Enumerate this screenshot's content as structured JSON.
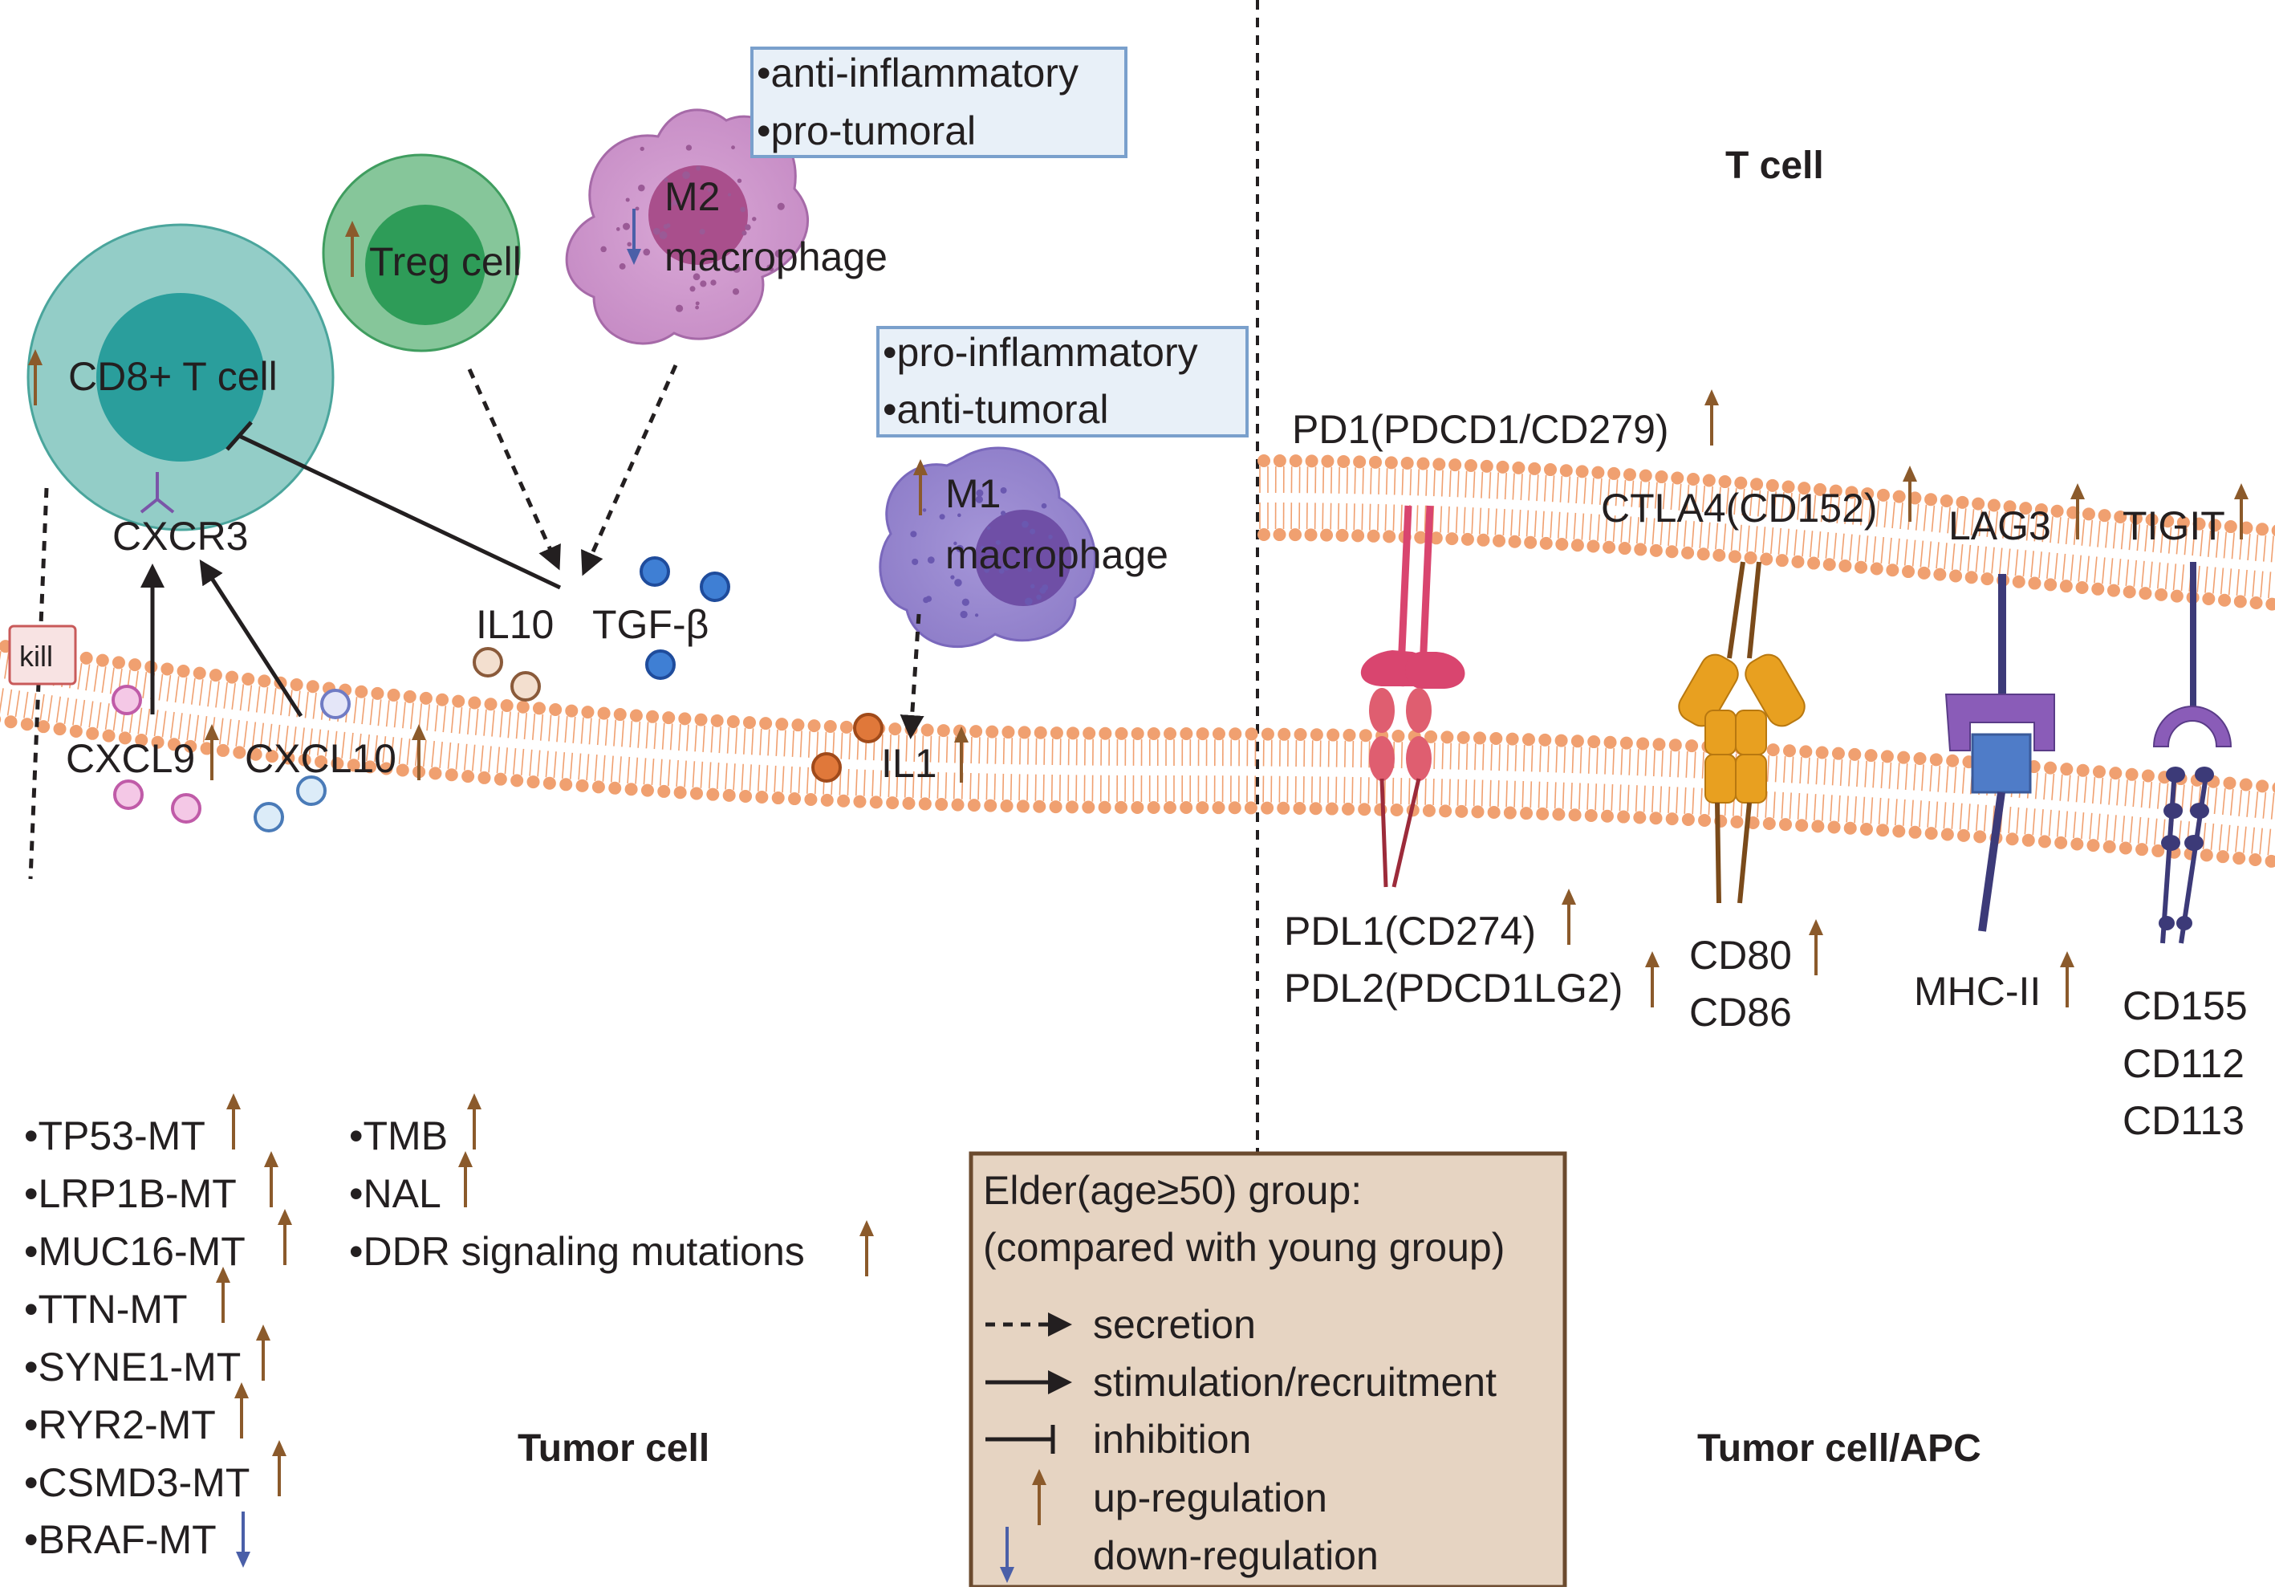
{
  "colors": {
    "up_arrow": "#8b5a2b",
    "down_arrow": "#4a5fa8",
    "membrane": "#f0a070",
    "legend_bg": "#e6d4c2",
    "box_bg": "#e8f0f8",
    "box_border": "#7aa0cc",
    "pd1": "#d9456f",
    "ctla4": "#e8a020",
    "lag3": "#8a5cb8",
    "tigit": "#3c3a78"
  },
  "headers": {
    "t_cell": "T cell",
    "tumor_cell": "Tumor cell",
    "tumor_apc": "Tumor cell/APC"
  },
  "cells": {
    "cd8": "CD8+ T cell",
    "treg": "Treg cell",
    "m2_line1": "M2",
    "m2_line2": "macrophage",
    "m1_line1": "M1",
    "m1_line2": "macrophage"
  },
  "boxes": {
    "m2": [
      "•anti-inflammatory",
      "•pro-tumoral"
    ],
    "m1": [
      "•pro-inflammatory",
      "•anti-tumoral"
    ]
  },
  "molecules": {
    "cxcr3": "CXCR3",
    "cxcl9": "CXCL9",
    "cxcl10": "CXCL10",
    "il10": "IL10",
    "tgfb": "TGF-β",
    "il1": "IL1",
    "kill": "kill"
  },
  "checkpoints": {
    "pd1": "PD1(PDCD1/CD279)",
    "ctla4": "CTLA4(CD152)",
    "lag3": "LAG3",
    "tigit": "TIGIT",
    "pdl1": "PDL1(CD274)",
    "pdl2": "PDL2(PDCD1LG2)",
    "cd80": "CD80",
    "cd86": "CD86",
    "mhc2": "MHC-II",
    "cd155": "CD155",
    "cd112": "CD112",
    "cd113": "CD113"
  },
  "mutations": {
    "col1": [
      {
        "text": "•TP53-MT",
        "dir": "up"
      },
      {
        "text": "•LRP1B-MT",
        "dir": "up"
      },
      {
        "text": "•MUC16-MT",
        "dir": "up"
      },
      {
        "text": "•TTN-MT",
        "dir": "up"
      },
      {
        "text": "•SYNE1-MT",
        "dir": "up"
      },
      {
        "text": "•RYR2-MT",
        "dir": "up"
      },
      {
        "text": "•CSMD3-MT",
        "dir": "up"
      },
      {
        "text": "•BRAF-MT",
        "dir": "down"
      }
    ],
    "col2": [
      {
        "text": "•TMB",
        "dir": "up"
      },
      {
        "text": "•NAL",
        "dir": "up"
      },
      {
        "text": "•DDR signaling mutations",
        "dir": "up"
      }
    ]
  },
  "legend": {
    "title1": "Elder(age≥50) group:",
    "title2": "(compared with young group)",
    "secretion": "secretion",
    "stimulation": "stimulation/recruitment",
    "inhibition": "inhibition",
    "up": "up-regulation",
    "down": "down-regulation"
  }
}
